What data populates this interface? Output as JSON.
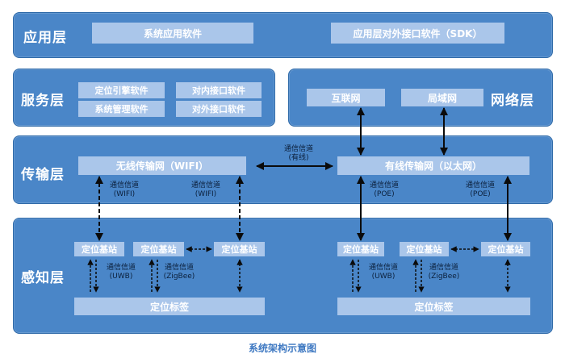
{
  "application_layer": {
    "title": "应用层",
    "system_app_software": "系统应用软件",
    "external_interface_sdk": "应用层对外接口软件（SDK）"
  },
  "service_layer": {
    "title": "服务层",
    "positioning_engine": "定位引擎软件",
    "internal_interface": "对内接口软件",
    "system_management": "系统管理软件",
    "external_interface": "对外接口软件"
  },
  "network_layer": {
    "title": "网络层",
    "internet": "互联网",
    "lan": "局域网"
  },
  "transport_layer": {
    "title": "传输层",
    "wireless": "无线传输网（WIFI）",
    "wired": "有线传输网（以太网）",
    "link_mid_line1": "通信信道",
    "link_mid_line2": "(有线)"
  },
  "perception_layer": {
    "title": "感知层",
    "base_station": "定位基站",
    "tag": "定位标签"
  },
  "channel_labels": {
    "channel": "通信信道",
    "wifi": "(WIFI)",
    "poe": "(POE)",
    "uwb": "(UWB)",
    "zigbee": "(ZigBee)"
  },
  "caption": "系统架构示意图",
  "colors": {
    "panel": "#4a86c8",
    "box": "#aac6ea",
    "caption": "#3f79c2",
    "arrow": "#0b0b0b"
  }
}
